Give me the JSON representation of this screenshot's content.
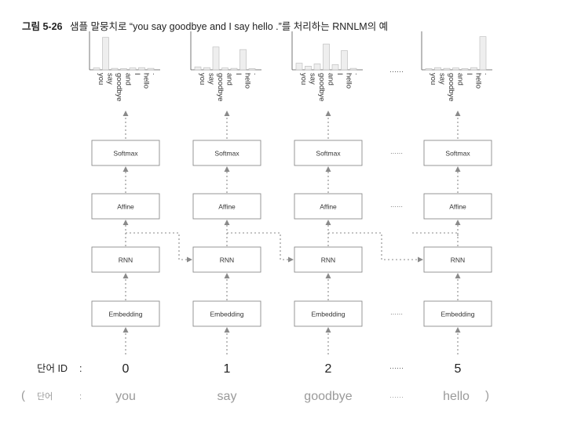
{
  "caption": {
    "number": "그림 5-26",
    "text": "샘플 말뭉치로 “you say goodbye and I say hello .”를 처리하는 RNNLM의 예"
  },
  "columns": [
    {
      "word": "you",
      "word_id": "0"
    },
    {
      "word": "say",
      "word_id": "1"
    },
    {
      "word": "goodbye",
      "word_id": "2"
    },
    {
      "word": "hello",
      "word_id": "5"
    }
  ],
  "vocab": [
    "you",
    "say",
    "goodbye",
    "and",
    "I",
    "hello",
    "."
  ],
  "distributions": [
    [
      0.05,
      0.88,
      0.04,
      0.03,
      0.05,
      0.06,
      0.04
    ],
    [
      0.08,
      0.06,
      0.62,
      0.05,
      0.04,
      0.55,
      0.03
    ],
    [
      0.18,
      0.1,
      0.16,
      0.7,
      0.14,
      0.52,
      0.04
    ],
    [
      0.02,
      0.06,
      0.04,
      0.05,
      0.03,
      0.06,
      0.9
    ]
  ],
  "layers": {
    "softmax": "Softmax",
    "affine": "Affine",
    "rnn": "RNN",
    "embedding": "Embedding"
  },
  "ellipsis": "······",
  "row_labels": {
    "word_id_label": "단어 ID",
    "word_label": "단어",
    "colon": ":",
    "open_paren": "(",
    "close_paren": ")"
  },
  "colors": {
    "box_border": "#8c8c8c",
    "bar_fill": "#eeeeee",
    "bar_stroke": "#b8b8b8",
    "arrow": "#8a8a8a",
    "muted_text": "#9a9a9a"
  }
}
